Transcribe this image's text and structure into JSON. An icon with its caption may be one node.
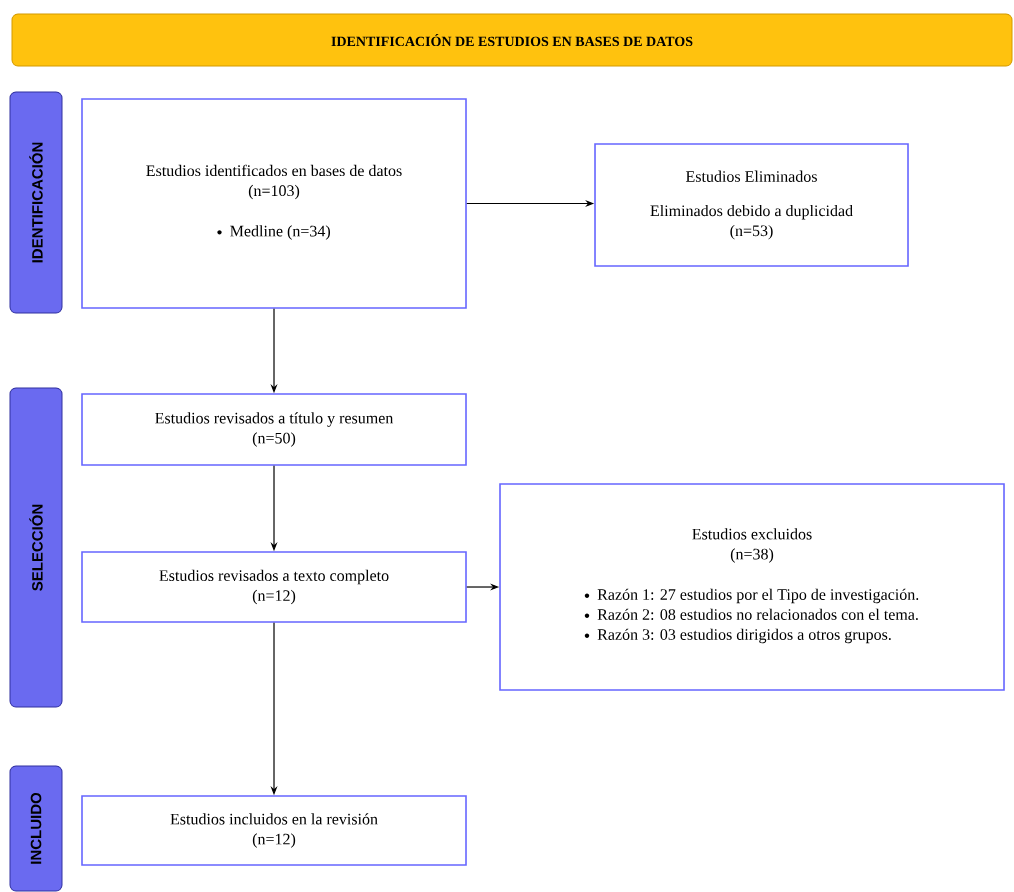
{
  "diagram": {
    "nodes": [
      {
        "text": [
          "IDENTIFICACIÓN DE ESTUDIOS EN BASES DE DATOS"
        ]
      },
      {
        "text": [
          "IDENTIFICACIÓN"
        ]
      },
      {
        "text": [
          "SELECCIÓN"
        ]
      },
      {
        "text": [
          "INCLUIDO"
        ]
      },
      {
        "text": [
          "Estudios identificados en bases de datos (n=103)",
          "Medline (n=34)"
        ]
      },
      {
        "text": [
          "Estudios Eliminados",
          "Eliminados debido a duplicidad (n=53)"
        ]
      },
      {
        "text": [
          "Estudios revisados a título y resumen (n=50)"
        ]
      },
      {
        "text": [
          "Estudios revisados a texto completo (n=12)"
        ]
      },
      {
        "text": [
          "Estudios excluidos (n=38)",
          "Razón 1: 27 estudios por el Tipo de investigación.",
          "Razón 2: 08 estudios no relacionados con el tema.",
          "Razón 3: 03 estudios dirigidos a otros grupos."
        ]
      },
      {
        "text": [
          "Estudios incluidos en la revisión (n=12)"
        ]
      }
    ],
    "edges": [
      {
        "from": 4,
        "to": 5,
        "arrow": "to"
      },
      {
        "from": 4,
        "to": 6,
        "arrow": "to"
      },
      {
        "from": 6,
        "to": 7,
        "arrow": "to"
      },
      {
        "from": 7,
        "to": 8,
        "arrow": "to"
      },
      {
        "from": 7,
        "to": 9,
        "arrow": "to"
      }
    ]
  }
}
